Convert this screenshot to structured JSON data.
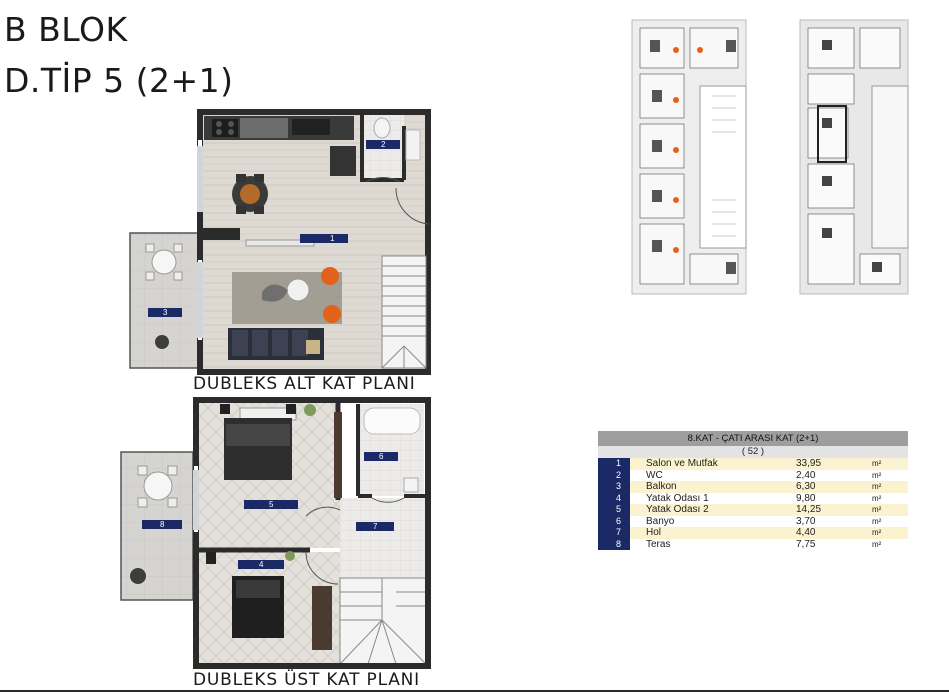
{
  "header": {
    "line1": "B BLOK",
    "line2": "D.TİP 5 (2+1)"
  },
  "plans": {
    "lower": {
      "caption": "DUBLEKS ALT KAT PLANI",
      "room_tags": [
        "1",
        "2",
        "3"
      ]
    },
    "upper": {
      "caption": "DUBLEKS ÜST KAT PLANI",
      "room_tags": [
        "4",
        "5",
        "6",
        "7",
        "8"
      ]
    }
  },
  "area_table": {
    "title": "8.KAT - ÇATI ARASI KAT (2+1)",
    "subtitle": "( 52 )",
    "rows": [
      {
        "num": "1",
        "name": "Salon ve Mutfak",
        "value": "33,95",
        "unit": "m²"
      },
      {
        "num": "2",
        "name": "WC",
        "value": "2,40",
        "unit": "m²"
      },
      {
        "num": "3",
        "name": "Balkon",
        "value": "6,30",
        "unit": "m²"
      },
      {
        "num": "4",
        "name": "Yatak Odası 1",
        "value": "9,80",
        "unit": "m²"
      },
      {
        "num": "5",
        "name": "Yatak Odası 2",
        "value": "14,25",
        "unit": "m²"
      },
      {
        "num": "6",
        "name": "Banyo",
        "value": "3,70",
        "unit": "m²"
      },
      {
        "num": "7",
        "name": "Hol",
        "value": "4,40",
        "unit": "m²"
      },
      {
        "num": "8",
        "name": "Teras",
        "value": "7,75",
        "unit": "m²"
      }
    ]
  },
  "colors": {
    "tag": "#1b2a66",
    "wall": "#2b2b2b",
    "floor": "#dcd7cf",
    "table_header": "#9e9e9e",
    "table_stripe": "#fbf3cf"
  }
}
